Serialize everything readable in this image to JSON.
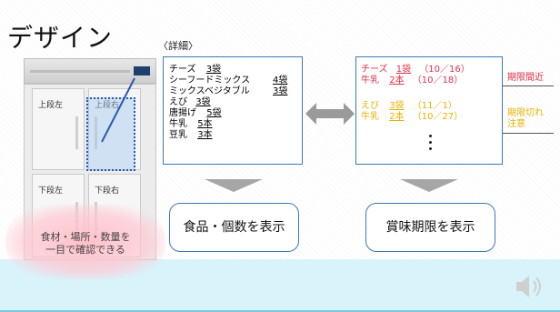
{
  "slide": {
    "title": "デザイン",
    "detail_label": "〈詳細〉",
    "colors": {
      "accent_blue": "#3b79b6",
      "expiry_red": "#e0314b",
      "warn_yellow": "#e6b300",
      "footer_band": "#d9f3fb"
    }
  },
  "fridge": {
    "labels": {
      "top_left": "上段左",
      "top_right": "上段右",
      "bottom_left": "下段左",
      "bottom_right": "下段右"
    },
    "caption_lines": [
      "食材・場所・数量を",
      "一目で確認できる"
    ]
  },
  "inventory_list": {
    "items": [
      {
        "name": "チーズ",
        "qty": "3袋"
      },
      {
        "name": "シーフードミックス",
        "qty": "4袋"
      },
      {
        "name": "ミックスベジタブル",
        "qty": "3袋"
      },
      {
        "name": "えび",
        "qty": "3袋"
      },
      {
        "name": "唐揚げ",
        "qty": "5袋"
      },
      {
        "name": "牛乳",
        "qty": "5本"
      },
      {
        "name": "豆乳",
        "qty": "3本"
      }
    ]
  },
  "expiry_list": {
    "red_rows": [
      {
        "name": "チーズ",
        "qty": "1袋",
        "date": "（10／16）"
      },
      {
        "name": "牛乳",
        "qty": "2本",
        "date": "（10／18）"
      }
    ],
    "yellow_rows": [
      {
        "name": "えび",
        "qty": "3袋",
        "date": "（11／1）"
      },
      {
        "name": "牛乳",
        "qty": "2本",
        "date": "（10／27）"
      }
    ],
    "side_label_red": "期限間近",
    "side_label_yellow_lines": [
      "期限切れ",
      "注意"
    ]
  },
  "captions": {
    "left": "食品・個数を表示",
    "right": "賞味期限を表示"
  },
  "icons": {
    "speaker": "speaker-icon",
    "double_arrow": "double-arrow-icon",
    "down_arrow": "down-arrow-icon"
  }
}
